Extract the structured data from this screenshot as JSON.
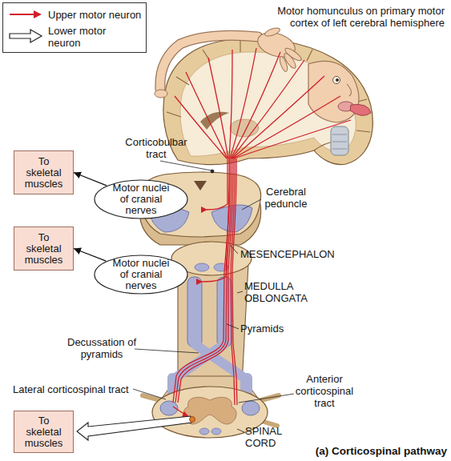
{
  "diagram": {
    "caption": "(a) Corticospinal pathway",
    "nodes": [
      {
        "text": [
          "To skeletal muscles"
        ]
      },
      {
        "text": [
          "Motor nuclei of cranial nerves"
        ]
      },
      {
        "text": [
          "To skeletal muscles"
        ]
      },
      {
        "text": [
          "Motor nuclei of cranial nerves"
        ]
      },
      {
        "text": [
          "To skeletal muscles"
        ]
      }
    ],
    "edges": [
      {
        "from": 1,
        "to": 0,
        "arrow": "to"
      },
      {
        "from": 3,
        "to": 2,
        "arrow": "to"
      }
    ],
    "labels": [
      "Motor homunculus on primary motor cortex of left cerebral hemisphere",
      "Corticobulbar tract",
      "Cerebral peduncle",
      "MESENCEPHALON",
      "MEDULLA OBLONGATA",
      "Pyramids",
      "Decussation of pyramids",
      "Lateral corticospinal tract",
      "Anterior corticospinal tract",
      "SPINAL CORD"
    ],
    "legend": [
      {
        "text": "Upper motor neuron"
      },
      {
        "text": "Lower motor neuron"
      }
    ]
  }
}
